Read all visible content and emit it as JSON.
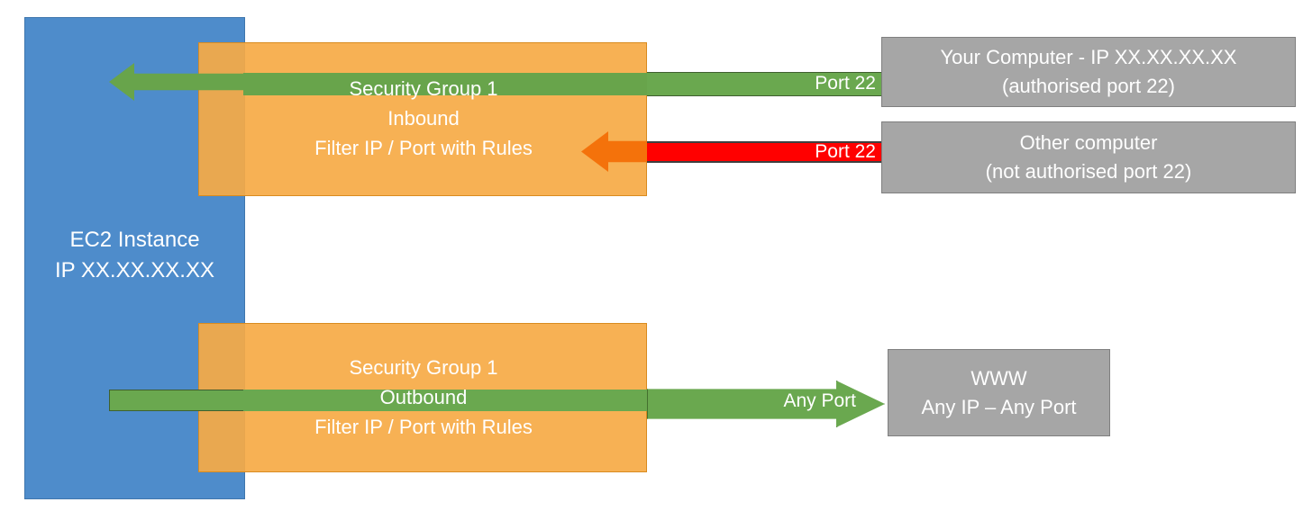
{
  "diagram": {
    "title": "AWS EC2 Security Group inbound and outbound traffic filtering",
    "colors": {
      "instance_blue": "#4E8CCB",
      "security_group_orange": "#F6AA45",
      "allowed_green": "#6AA84F",
      "blocked_red": "#FF0000",
      "blocked_arrow_orange": "#F4720B",
      "endpoint_gray": "#A6A6A6",
      "text_white": "#FFFFFF"
    },
    "instance": {
      "name": "ec2-instance",
      "line1": "EC2 Instance",
      "line2": "IP XX.XX.XX.XX"
    },
    "security_groups": [
      {
        "id": "sg-inbound",
        "line1": "Security Group 1",
        "line2": "Inbound",
        "line3": "Filter IP / Port with Rules"
      },
      {
        "id": "sg-outbound",
        "line1": "Security Group 1",
        "line2": "Outbound",
        "line3": "Filter IP / Port with Rules"
      }
    ],
    "flows": [
      {
        "id": "flow-allowed-inbound",
        "port_label": "Port 22",
        "status": "allowed",
        "direction": "inbound",
        "color": "#6AA84F"
      },
      {
        "id": "flow-blocked-inbound",
        "port_label": "Port 22",
        "status": "blocked",
        "direction": "inbound",
        "color": "#FF0000"
      },
      {
        "id": "flow-allowed-outbound",
        "port_label": "Any Port",
        "status": "allowed",
        "direction": "outbound",
        "color": "#6AA84F"
      }
    ],
    "endpoints": [
      {
        "id": "endpoint-your-computer",
        "line1": "Your Computer - IP XX.XX.XX.XX",
        "line2": "(authorised port 22)"
      },
      {
        "id": "endpoint-other-computer",
        "line1": "Other computer",
        "line2": "(not authorised port 22)"
      },
      {
        "id": "endpoint-www",
        "line1": "WWW",
        "line2": "Any IP – Any Port"
      }
    ]
  }
}
